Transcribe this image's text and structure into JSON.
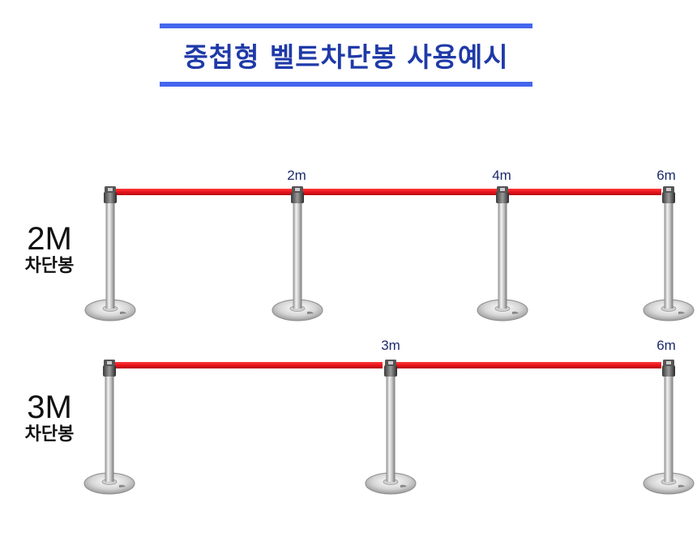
{
  "title": "중첩형 벨트차단봉 사용예시",
  "rows": [
    {
      "label_size": "2M",
      "label_text": "차단봉",
      "markers": [
        "2m",
        "4m",
        "6m"
      ]
    },
    {
      "label_size": "3M",
      "label_text": "차단봉",
      "markers": [
        "3m",
        "6m"
      ]
    }
  ],
  "colors": {
    "title_rule": "#4466ee",
    "title_text": "#1f3aa8",
    "belt": "#e8141c",
    "post": "#b8b8b8",
    "marker_text": "#1c2a6b"
  }
}
